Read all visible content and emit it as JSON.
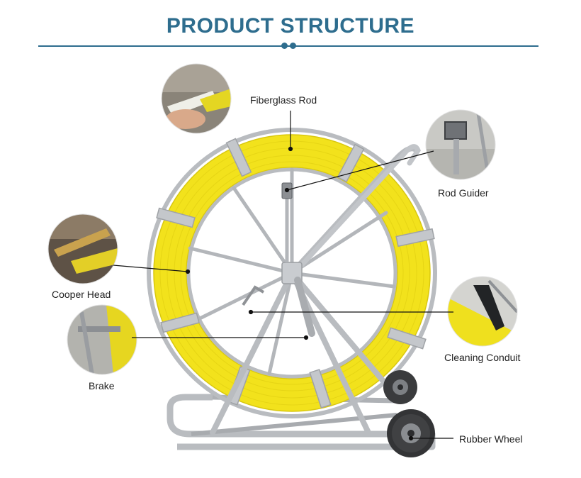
{
  "header": {
    "title": "PRODUCT STRUCTURE"
  },
  "labels": {
    "fiberglass_rod": "Fiberglass Rod",
    "rod_guider": "Rod Guider",
    "cooper_head": "Cooper Head",
    "cleaning_conduit": "Cleaning Conduit",
    "brake": "Brake",
    "rubber_wheel": "Rubber Wheel"
  },
  "colors": {
    "accent": "#2e6d8e",
    "rod_yellow": "#f2e21c",
    "frame_gray": "#b9bcc0"
  }
}
